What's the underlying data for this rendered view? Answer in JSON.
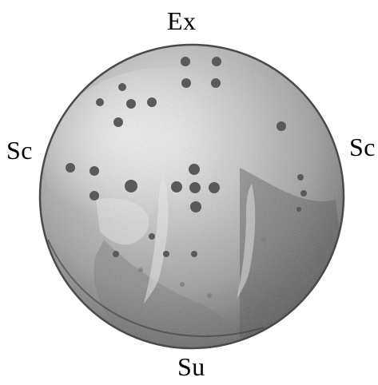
{
  "labels": {
    "top": "Ex",
    "left": "Sc",
    "right": "Sc",
    "bottom": "Su"
  }
}
